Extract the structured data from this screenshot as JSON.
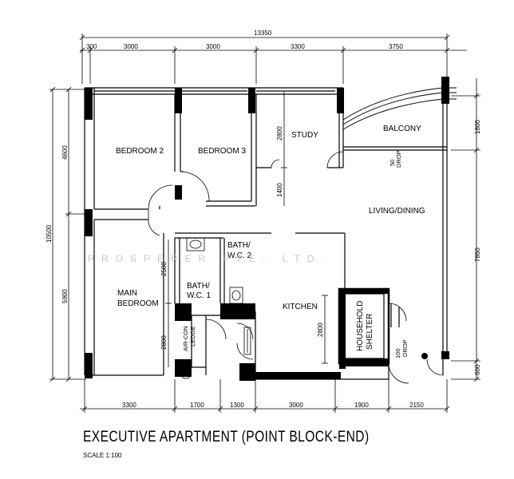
{
  "title": "EXECUTIVE APARTMENT (POINT BLOCK-END)",
  "scale": "SCALE  1:100",
  "watermark": "PROSPERER PTE. LTD.",
  "dimensions": {
    "total_width": "13350",
    "top": [
      "300",
      "3000",
      "3000",
      "3300",
      "3750"
    ],
    "bottom": [
      "3300",
      "1700",
      "1300",
      "3000",
      "1900",
      "2150"
    ],
    "left_total": "10500",
    "left": [
      "4600",
      "5900"
    ],
    "right": [
      "1800",
      "7850",
      "600"
    ],
    "inner": [
      "2800",
      "1400",
      "2500",
      "2800",
      "2800"
    ],
    "drops": [
      "50\nDROP",
      "100\nDROP"
    ]
  },
  "rooms": {
    "bedroom2": "BEDROOM 2",
    "bedroom3": "BEDROOM 3",
    "study": "STUDY",
    "balcony": "BALCONY",
    "living": "LIVING/DINING",
    "bath2_line1": "BATH/",
    "bath2_line2": "W.C. 2",
    "bath1_line1": "BATH/",
    "bath1_line2": "W.C. 1",
    "main_line1": "MAIN",
    "main_line2": "BEDROOM",
    "kitchen": "KITCHEN",
    "shelter_line1": "HOUSEHOLD",
    "shelter_line2": "SHELTER",
    "aircon_line1": "AIR-CON",
    "aircon_line2": "LEDGE",
    "drop50_1": "50",
    "drop50_2": "DROP",
    "drop100_1": "100",
    "drop100_2": "DROP"
  }
}
